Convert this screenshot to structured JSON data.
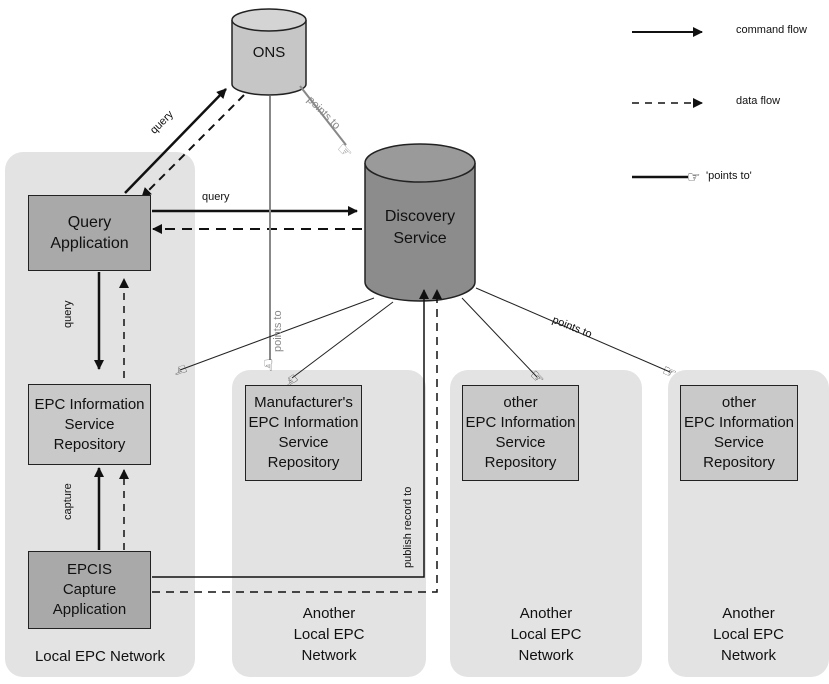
{
  "legend": {
    "command_flow": "command flow",
    "data_flow": "data flow",
    "points_to": "'points to'"
  },
  "nodes": {
    "ons": "ONS",
    "discovery": [
      "Discovery",
      "Service"
    ],
    "query_app": [
      "Query",
      "Application"
    ],
    "local_repo": [
      "EPC Information",
      "Service",
      "Repository"
    ],
    "capture_app": [
      "EPCIS",
      "Capture",
      "Application"
    ],
    "mfr_repo": [
      "Manufacturer's",
      "EPC Information",
      "Service",
      "Repository"
    ],
    "other_repo_1": [
      "other",
      "EPC Information",
      "Service",
      "Repository"
    ],
    "other_repo_2": [
      "other",
      "EPC Information",
      "Service",
      "Repository"
    ]
  },
  "networks": {
    "local": "Local EPC Network",
    "another_1": [
      "Another",
      "Local EPC",
      "Network"
    ],
    "another_2": [
      "Another",
      "Local EPC",
      "Network"
    ],
    "another_3": [
      "Another",
      "Local EPC",
      "Network"
    ]
  },
  "edge_labels": {
    "query_ons": "query",
    "query_discovery": "query",
    "query_repo": "query",
    "capture": "capture",
    "publish": "publish record to",
    "ons_points_to_discovery": "points to",
    "ons_points_to_mfr": "points to",
    "discovery_points_to_other": "points to"
  },
  "colors": {
    "network_bg": "#e3e3e3",
    "box_fill": "#c9c9c9",
    "box_dark_fill": "#a9a9a9",
    "db_fill": "#8c8c8c",
    "ons_fill": "#c6c6c6",
    "points_to_line": "#888888"
  }
}
